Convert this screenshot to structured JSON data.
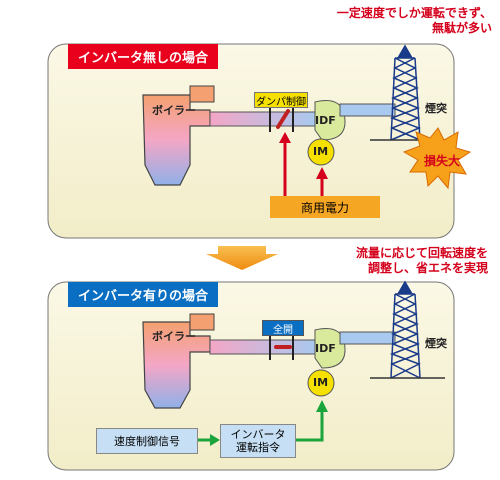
{
  "top_note": {
    "line1": "一定速度でしか運転できず、",
    "line2": "無駄が多い"
  },
  "mid_note": {
    "line1": "流量に応じて回転速度を",
    "line2": "調整し、省エネを実現"
  },
  "panel_without": {
    "title": "インバータ無しの場合",
    "boiler": "ボイラー",
    "damper": "ダンパ制御",
    "idf": "IDF",
    "im": "IM",
    "chimney": "煙突",
    "power": "商用電力",
    "loss": "損失大"
  },
  "panel_with": {
    "title": "インバータ有りの場合",
    "boiler": "ボイラー",
    "damper": "全開",
    "idf": "IDF",
    "im": "IM",
    "chimney": "煙突",
    "signal": "速度制御信号",
    "inverter_line1": "インバータ",
    "inverter_line2": "運転指令"
  },
  "colors": {
    "title_red": "#e8001c",
    "title_blue": "#0a6fc2",
    "im_yellow": "#f5e000",
    "power_orange": "#f5a623",
    "arrow_green": "#1aa53c"
  }
}
